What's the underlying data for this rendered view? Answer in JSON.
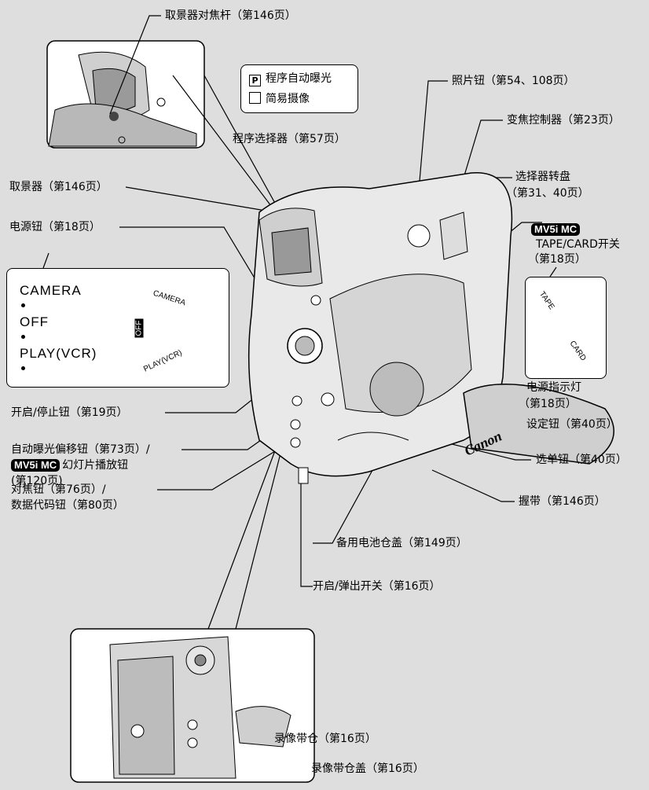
{
  "labels": {
    "viewfinder_focus_lever": "取景器对焦杆（第146页）",
    "program_auto": "程序自动曝光",
    "program_auto_icon": "P",
    "easy_record": "简易摄像",
    "program_selector": "程序选择器（第57页）",
    "photo_button": "照片钮（第54、108页）",
    "zoom_control": "变焦控制器（第23页）",
    "selector_dial_1": "选择器转盘",
    "selector_dial_2": "（第31、40页）",
    "viewfinder": "取景器（第146页）",
    "power_button": "电源钮（第18页）",
    "model_badge": "MV5i MC",
    "tape_card_switch": "TAPE/CARD开关",
    "tape_card_page": "（第18页）",
    "start_stop": "开启/停止钮（第19页）",
    "power_lamp_1": "电源指示灯",
    "power_lamp_2": "（第18页）",
    "set_button": "设定钮（第40页）",
    "ae_shift_1": "自动曝光偏移钮（第73页）/",
    "slideshow": "幻灯片播放钮",
    "ae_shift_3": "(第120页)",
    "menu_button": "选单钮（第40页）",
    "focus_1": "对焦钮（第76页）/",
    "focus_2": "数据代码钮（第80页）",
    "grip_belt": "握带（第146页）",
    "battery_cover": "备用电池仓盖（第149页）",
    "open_eject": "开启/弹出开关（第16页）",
    "cassette": "录像带仓（第16页）",
    "cassette_cover": "录像带仓盖（第16页）"
  },
  "mode_dial": {
    "camera": "CAMERA",
    "off": "OFF",
    "play": "PLAY(VCR)",
    "dial_camera": "CAMERA",
    "dial_off": "OFF",
    "dial_play": "PLAY(VCR)"
  },
  "tape_switch": {
    "tape": "TAPE",
    "card": "CARD"
  },
  "brand": "Canon"
}
